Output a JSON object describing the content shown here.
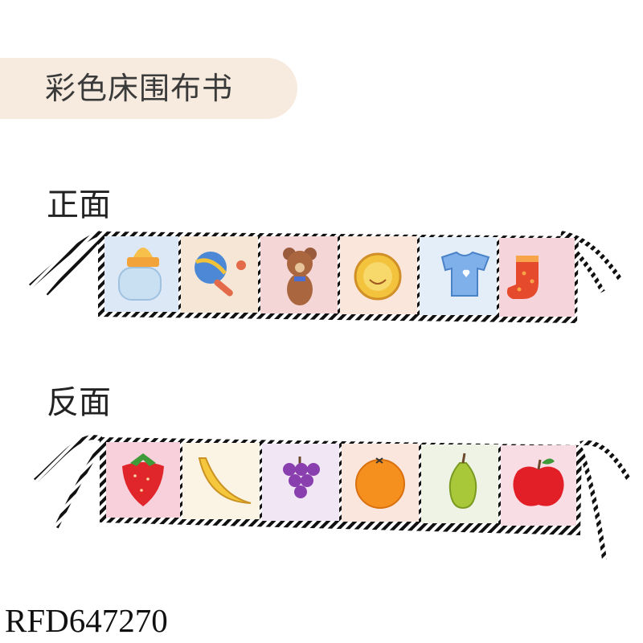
{
  "title": "彩色床围布书",
  "front": {
    "label": "正面",
    "panels": [
      {
        "icon": "baby-bottle-icon",
        "color": "#dde8f6"
      },
      {
        "icon": "rattle-icon",
        "color": "#f5e6d6"
      },
      {
        "icon": "teddy-bear-icon",
        "color": "#f5d6d6"
      },
      {
        "icon": "bib-icon",
        "color": "#fbe6dc"
      },
      {
        "icon": "onesie-icon",
        "color": "#e4eef8"
      },
      {
        "icon": "sock-icon",
        "color": "#f6d4dc"
      }
    ]
  },
  "back": {
    "label": "反面",
    "panels": [
      {
        "icon": "strawberry-icon",
        "color": "#f8d0dc"
      },
      {
        "icon": "banana-icon",
        "color": "#fbf3e4"
      },
      {
        "icon": "grapes-icon",
        "color": "#f0e6f4"
      },
      {
        "icon": "orange-icon",
        "color": "#fbe6de"
      },
      {
        "icon": "pear-icon",
        "color": "#eef3e6"
      },
      {
        "icon": "apple-icon",
        "color": "#f8dde4"
      }
    ]
  },
  "product_code": "RFD647270",
  "colors": {
    "trim": "#111111",
    "pill": "#f7ebe0"
  }
}
